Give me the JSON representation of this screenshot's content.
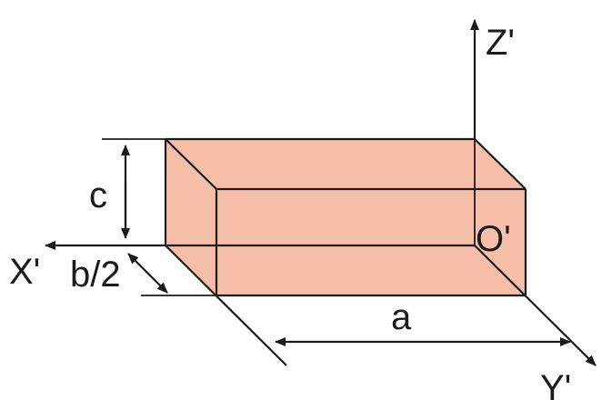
{
  "labels": {
    "z_axis": "Z'",
    "x_axis": "X'",
    "y_axis": "Y'",
    "origin": "O'",
    "length_a": "a",
    "height_c": "c",
    "half_width": "b/2"
  },
  "colors": {
    "box_fill": "#f7bfaa",
    "stroke": "#1a1a1a"
  }
}
